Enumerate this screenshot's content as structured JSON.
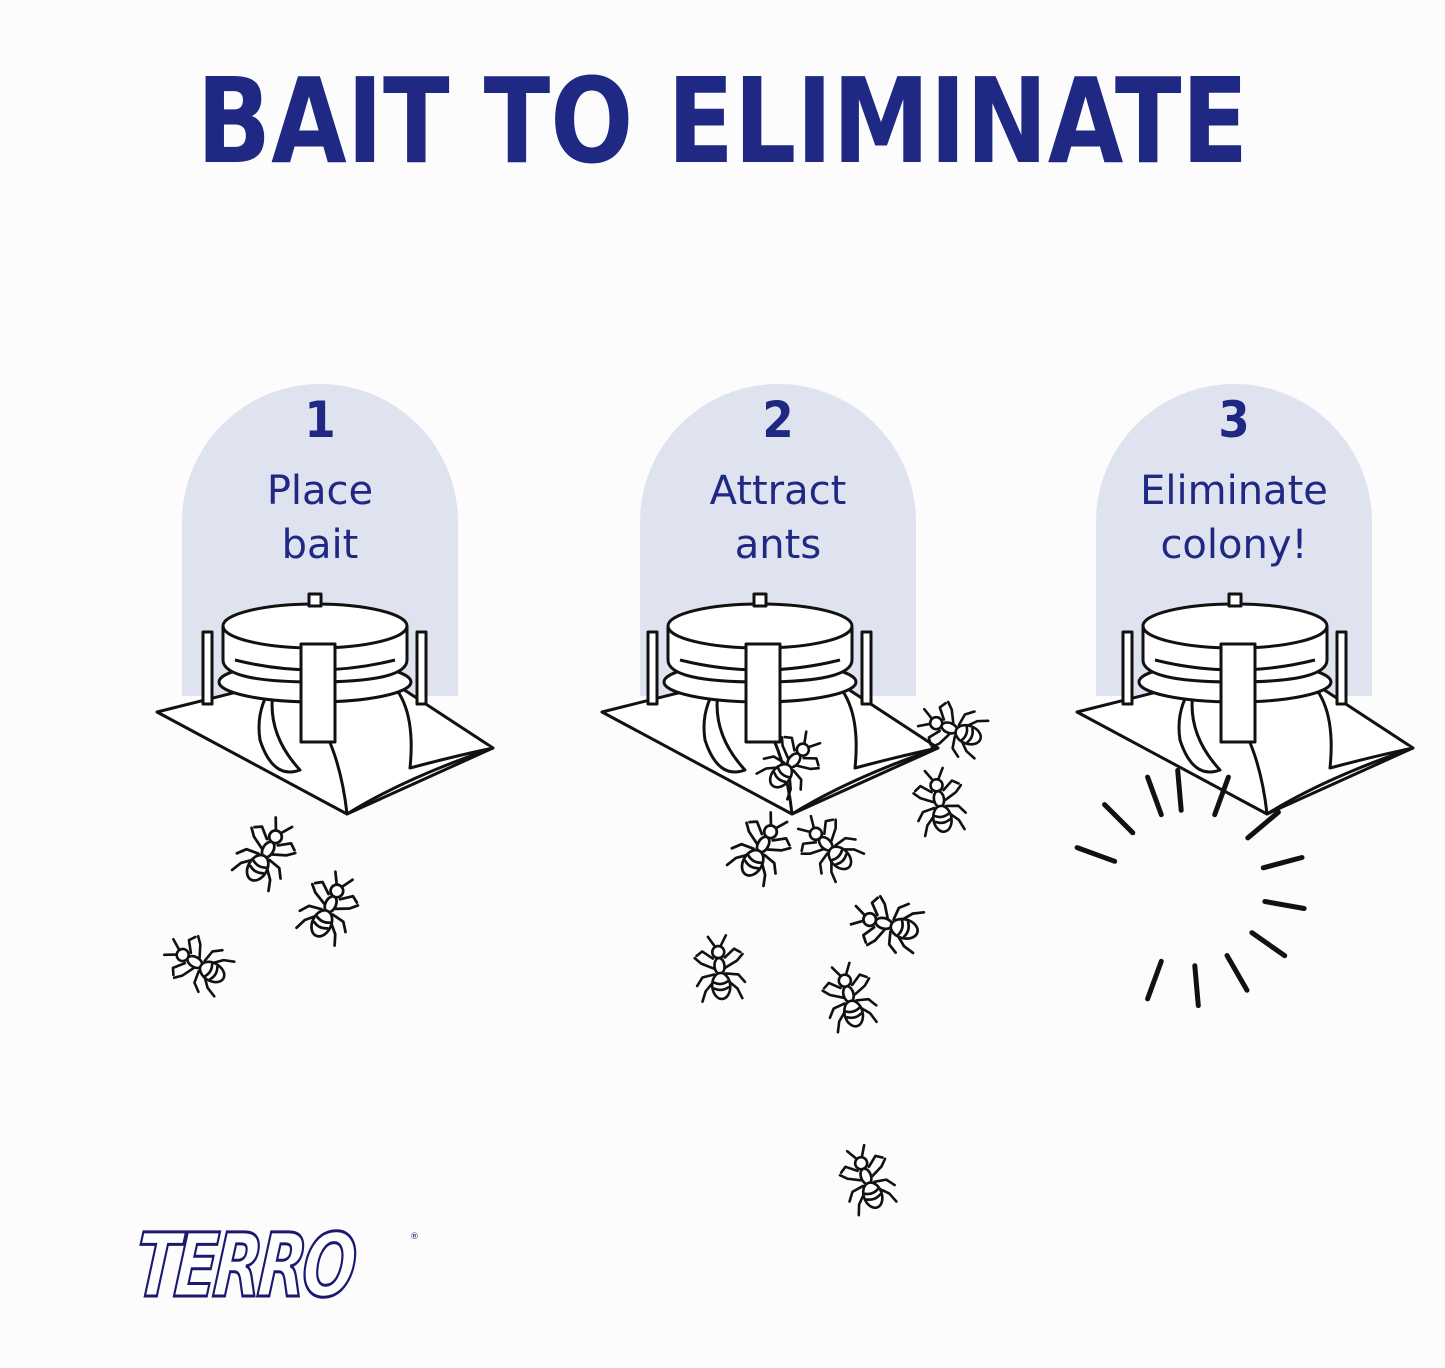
{
  "title": "BAIT TO ELIMINATE",
  "colors": {
    "navy": "#1f2883",
    "arch": "#dfe2ef",
    "ink": "#111111"
  },
  "steps": [
    {
      "number": "1",
      "line1": "Place",
      "line2": "bait",
      "icon": "ant-bait-station-icon"
    },
    {
      "number": "2",
      "line1": "Attract",
      "line2": "ants",
      "icon": "ant-bait-station-icon"
    },
    {
      "number": "3",
      "line1": "Eliminate",
      "line2": "colony!",
      "icon": "ant-bait-station-icon"
    }
  ],
  "logo": {
    "text": "TERRO",
    "mark": "®"
  }
}
